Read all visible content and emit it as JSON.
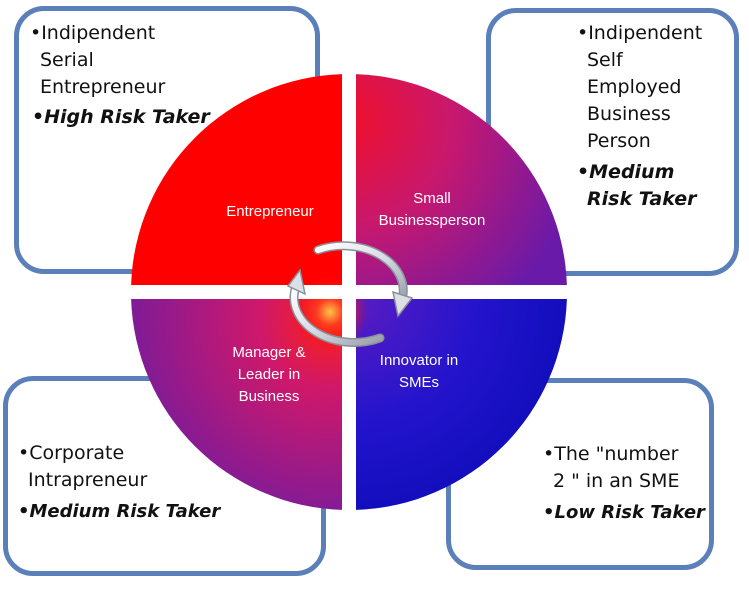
{
  "quadrants": {
    "top_left": "Entrepreneur",
    "top_right": [
      "Small",
      "Businessperson"
    ],
    "bottom_left": [
      "Manager &",
      "Leader in",
      "Business"
    ],
    "bottom_right": [
      "Innovator in",
      "SMEs"
    ]
  },
  "boxes": {
    "top_left": {
      "lines": [
        "•Indipendent",
        "Serial",
        "Entrepreneur"
      ],
      "risk": "•High Risk Taker"
    },
    "top_right": {
      "lines": [
        "•Indipendent",
        "Self",
        "Employed",
        "Business",
        "Person"
      ],
      "risk": [
        "•Medium",
        "Risk Taker"
      ]
    },
    "bottom_left": {
      "lines": [
        "•Corporate",
        "Intrapreneur"
      ],
      "risk": "•Medium Risk Taker"
    },
    "bottom_right": {
      "lines": [
        "•The \"number",
        "2 \" in an SME"
      ],
      "risk": "•Low Risk Taker"
    }
  },
  "colors": {
    "red": "#ff0000",
    "purple": "#7a1a9e",
    "blue": "#1212c8",
    "border": "#5b7fb8"
  }
}
